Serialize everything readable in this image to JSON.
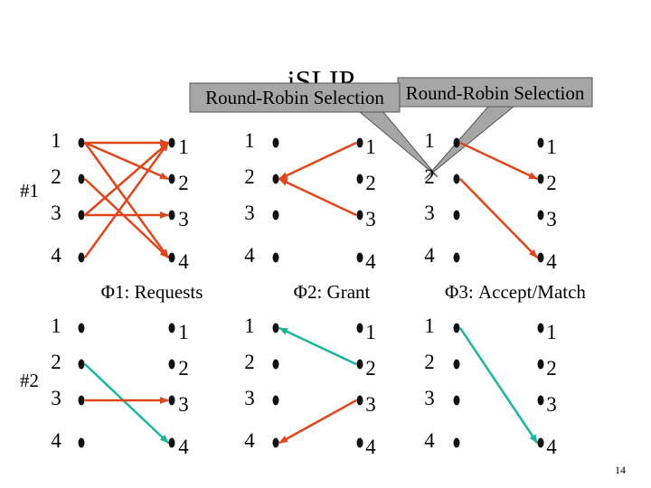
{
  "slide": {
    "title": "iSLIP",
    "page_number": "14",
    "callouts": [
      "Round-Robin Selection",
      "Round-Robin Selection"
    ],
    "callout_color": "#a6a6a6",
    "arrow_color_red": "#e0461b",
    "arrow_color_teal": "#1ab59a"
  },
  "rows": [
    {
      "label": "#1"
    },
    {
      "label": "#2"
    }
  ],
  "phases": [
    {
      "label": "Φ1: Requests"
    },
    {
      "label": "Φ2: Grant"
    },
    {
      "label": "Φ3: Accept/Match"
    }
  ],
  "port_labels": [
    "1",
    "2",
    "3",
    "4"
  ],
  "edges": {
    "row1": {
      "phase1": [
        {
          "from": 1,
          "to": 1,
          "color": "red"
        },
        {
          "from": 1,
          "to": 2,
          "color": "red"
        },
        {
          "from": 1,
          "to": 4,
          "color": "red"
        },
        {
          "from": 3,
          "to": 1,
          "color": "red"
        },
        {
          "from": 3,
          "to": 3,
          "color": "red"
        },
        {
          "from": 4,
          "to": 1,
          "color": "red"
        },
        {
          "from": 2,
          "to": 4,
          "color": "red"
        }
      ],
      "phase2": [
        {
          "from": 2,
          "to": 1,
          "color": "red"
        },
        {
          "from": 2,
          "to": 3,
          "color": "red"
        }
      ],
      "phase3": [
        {
          "from": 1,
          "to": 2,
          "color": "red"
        },
        {
          "from": 2,
          "to": 4,
          "color": "red"
        }
      ]
    },
    "row2": {
      "phase1": [
        {
          "from": 2,
          "to": 4,
          "color": "teal"
        },
        {
          "from": 3,
          "to": 3,
          "color": "red"
        }
      ],
      "phase2": [
        {
          "from": 1,
          "to": 2,
          "color": "teal"
        },
        {
          "from": 4,
          "to": 3,
          "color": "red"
        }
      ],
      "phase3": [
        {
          "from": 1,
          "to": 4,
          "color": "teal"
        }
      ]
    }
  }
}
